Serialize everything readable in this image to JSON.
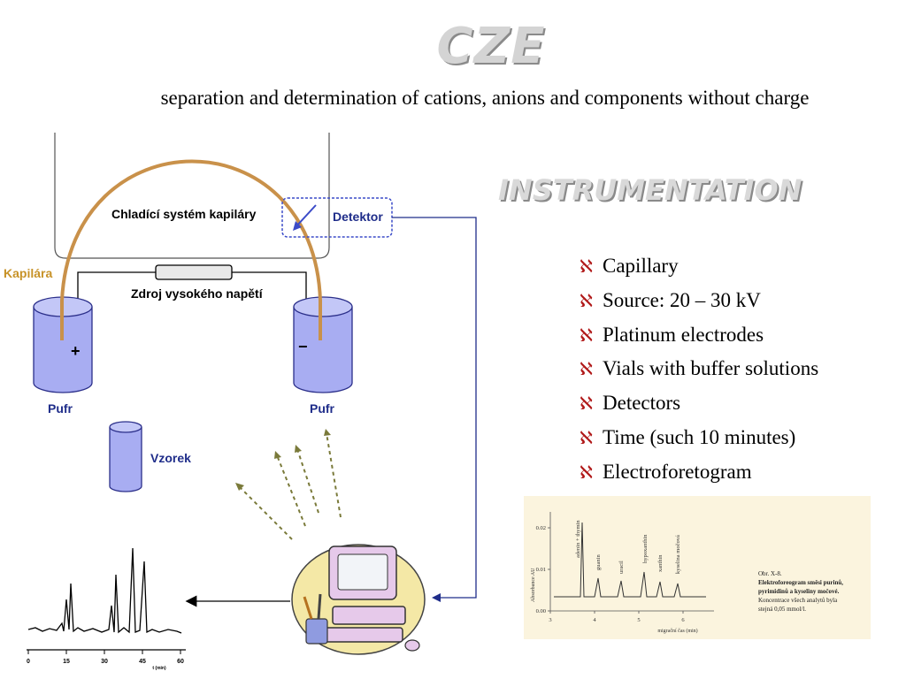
{
  "slide": {
    "title": "CZE",
    "subtitle": "separation and determination of cations, anions and components without charge",
    "heading": "INSTRUMENTATION",
    "bullet_marker": "ℵ",
    "bullets": [
      "Capillary",
      "Source: 20 – 30 kV",
      "Platinum electrodes",
      "Vials with buffer solutions",
      "Detectors",
      "Time (such 10 minutes)",
      "Electroforetogram"
    ]
  },
  "diagram": {
    "cooling_label": "Chladící systém kapiláry",
    "detector_label": "Detektor",
    "capillary_label": "Kapilára",
    "power_label": "Zdroj vysokého napětí",
    "plus": "+",
    "minus": "−",
    "buffer_left": "Pufr",
    "buffer_right": "Pufr",
    "sample_label": "Vzorek",
    "x_ticks": [
      "0",
      "15",
      "30",
      "45",
      "60"
    ],
    "x_unit": "t (min)",
    "icon": "computer-icon"
  },
  "electroforetogram": {
    "y_axis_label": "Absorbance AU",
    "x_axis_label": "migrační čas (min)",
    "y_ticks": [
      "0.02",
      "0.01",
      "0.00"
    ],
    "x_ticks": [
      "3",
      "4",
      "5",
      "6"
    ],
    "peak_labels": [
      "adenin + thymin",
      "guanin",
      "uracil",
      "hypoxanthin",
      "xanthin",
      "kyselina močová"
    ],
    "caption_line1": "Obr. X-8.",
    "caption_bold1": "Elektroforeogram směsi purinů,",
    "caption_bold2": "pyrimidinů a kyseliny močové.",
    "caption_line4": "Koncentrace všech analytů byla",
    "caption_line5": "stejná 0,05 mmol/l."
  },
  "colors": {
    "capillary": "#c9914a",
    "vial_fill": "#a8adf2",
    "vial_stroke": "#2b2f8a",
    "label_blue": "#1f2d8a",
    "capillary_label": "#c79227",
    "arrow_green": "#7a7a3a",
    "bullet_marker": "#b01818",
    "title_gray": "#d4d4d4"
  }
}
